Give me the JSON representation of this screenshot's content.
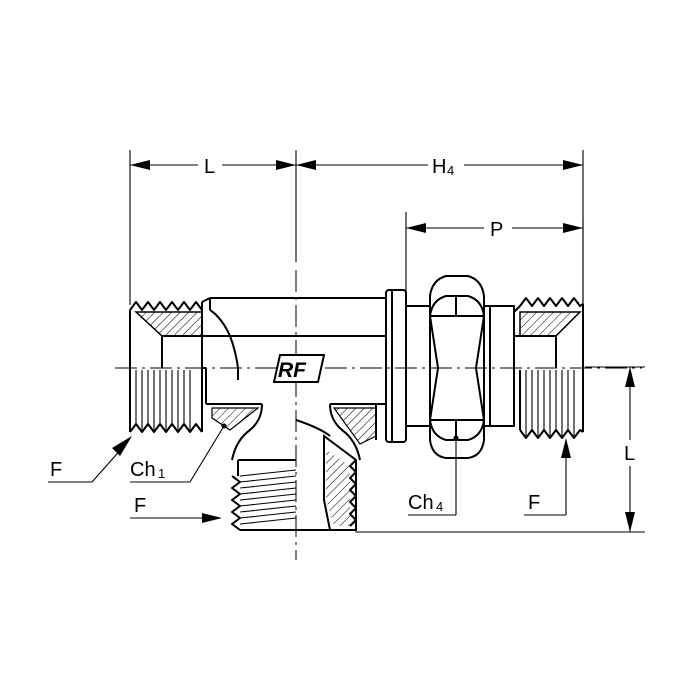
{
  "dimensions": {
    "left_length": "L",
    "overall_height": "H",
    "overall_height_sub": "4",
    "port_length": "P",
    "branch_length": "L"
  },
  "callouts": {
    "thread_left": "F",
    "thread_bottom": "F",
    "thread_right": "F",
    "chamfer_body": "Ch",
    "chamfer_body_sub": "1",
    "chamfer_nut": "Ch",
    "chamfer_nut_sub": "4"
  },
  "logo": {
    "text": "RF"
  },
  "colors": {
    "line": "#000000",
    "background": "#ffffff"
  }
}
